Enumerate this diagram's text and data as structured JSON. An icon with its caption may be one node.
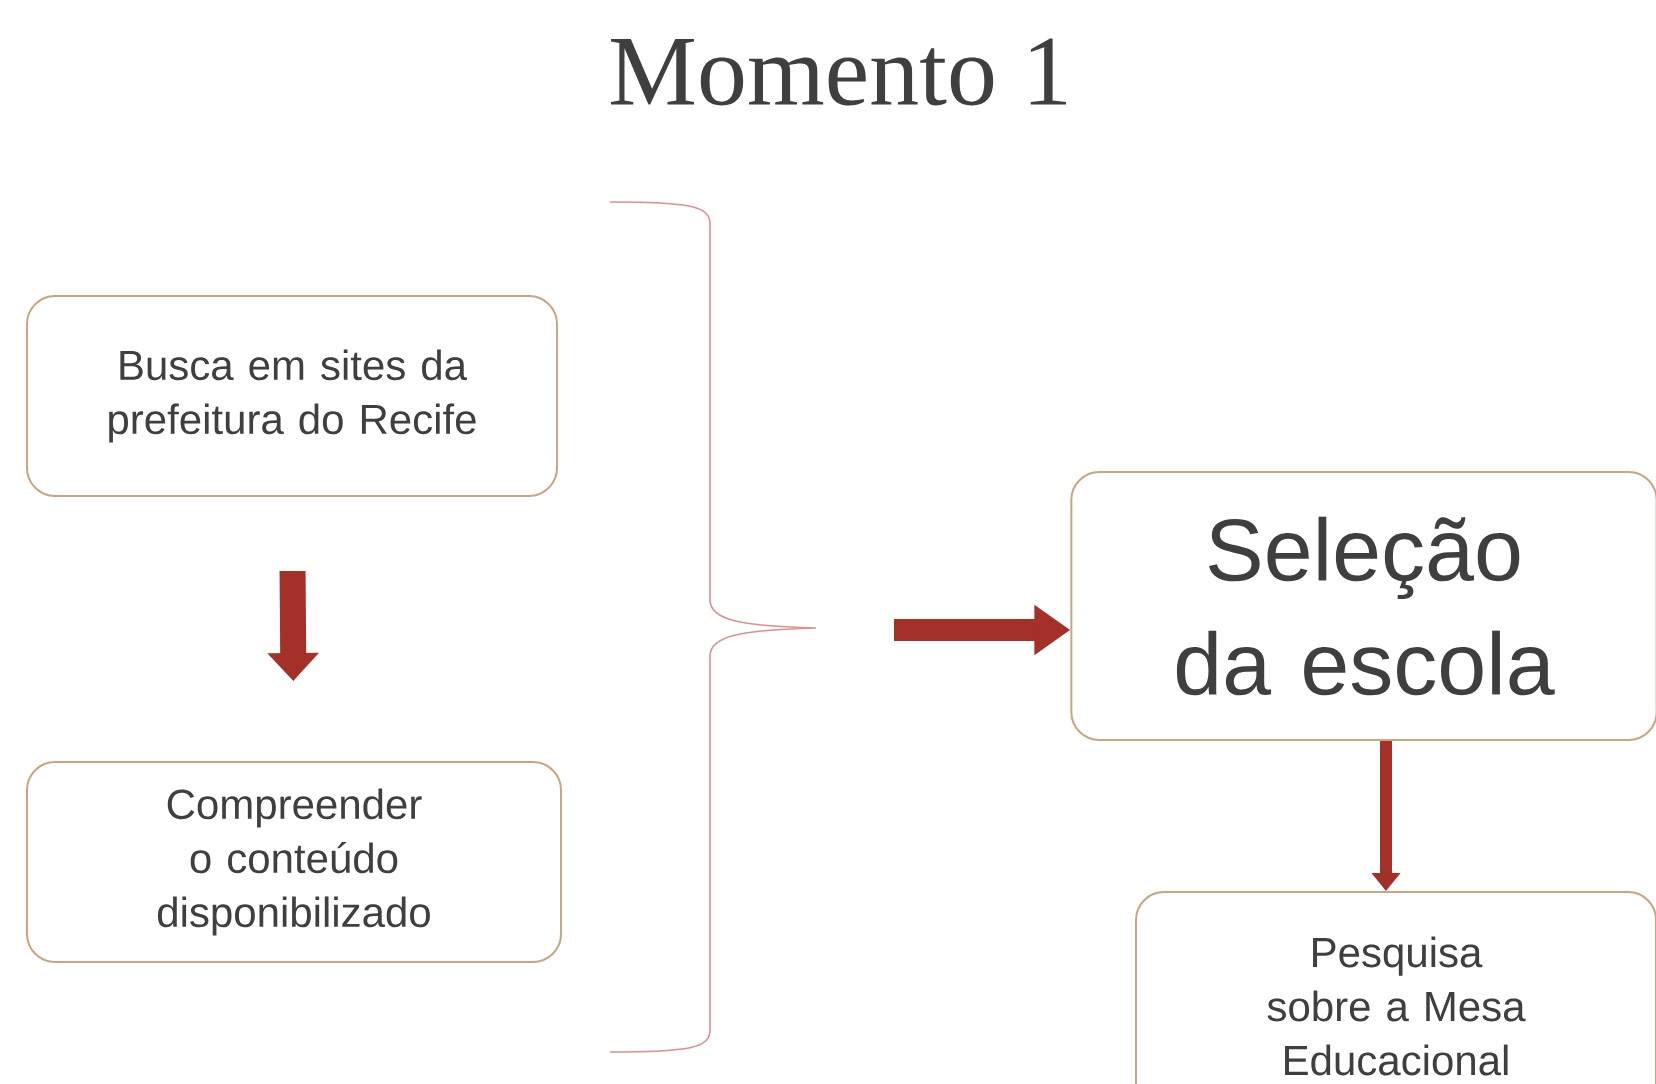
{
  "diagram": {
    "title": "Momento 1",
    "nodes": [
      {
        "text": [
          "Busca em sites da prefeitura do Recife"
        ]
      },
      {
        "text": [
          "Compreender o conteúdo disponibilizado"
        ]
      },
      {
        "text": [
          "Seleção da escola"
        ]
      },
      {
        "text": [
          "Pesquisa sobre a Mesa Educacional"
        ]
      }
    ],
    "edges": [
      {
        "from": 0,
        "to": 1,
        "arrow": "to"
      },
      {
        "from": null,
        "to": 2,
        "arrow": "to"
      },
      {
        "from": 2,
        "to": 3,
        "arrow": "to"
      }
    ]
  }
}
